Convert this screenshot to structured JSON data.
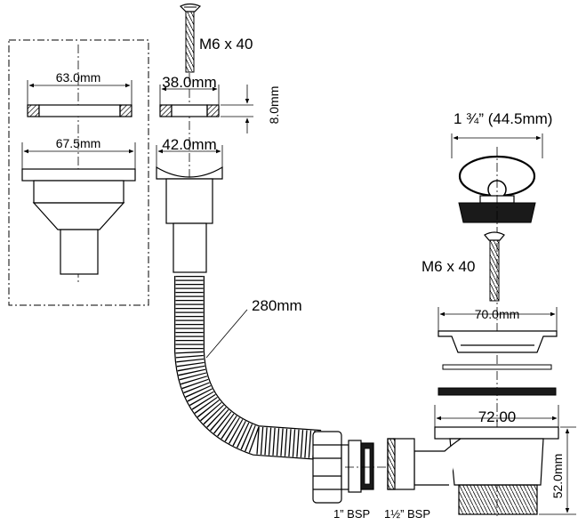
{
  "labels": {
    "screw_top": "M6 x 40",
    "washer_outer_left": "63.0mm",
    "washer_center": "38.0mm",
    "washer_thickness": "8.0mm",
    "flange_left": "67.5mm",
    "flange_center": "42.0mm",
    "hose_length": "280mm",
    "plug_size": "1 ¾” (44.5mm)",
    "screw_right": "M6 x 40",
    "grate_width": "70.0mm",
    "body_width": "72.00",
    "body_height": "52.0mm",
    "thread_1": "1” BSP",
    "thread_2": "1½” BSP"
  }
}
